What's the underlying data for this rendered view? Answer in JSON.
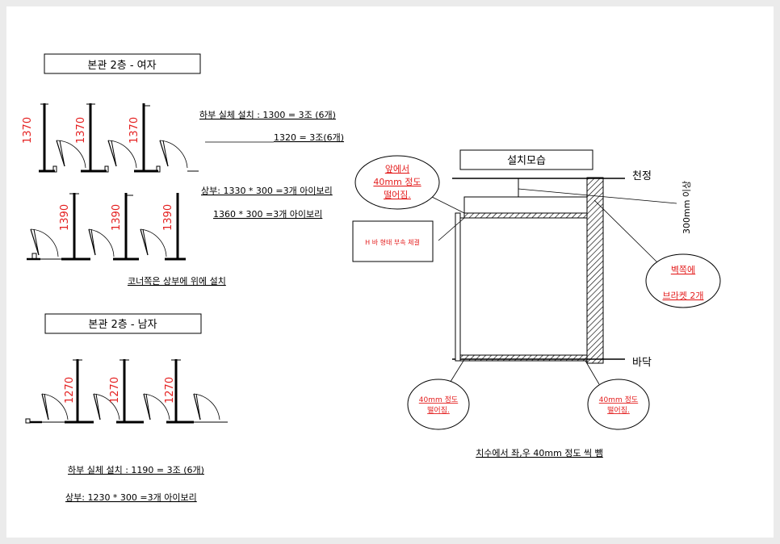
{
  "female": {
    "title": "본관 2층  - 여자",
    "heights_row1": [
      "1370",
      "1370",
      "1370"
    ],
    "heights_row2": [
      "1390",
      "1390",
      "1390"
    ],
    "lower_install": "하부 실체 설치 : 1300  = 3조 (6개)",
    "lower_install2": "1320 = 3조(6개)",
    "upper1": "상부: 1330 * 300 =3개 아이보리",
    "upper2": "1360 * 300 =3개 아이보리",
    "corner_note": "코너쪽은 상부에 위에 설치"
  },
  "male": {
    "title": "본관 2층  - 남자",
    "heights": [
      "1270",
      "1270",
      "1270"
    ],
    "lower_install": "하부 실체 설치 : 1190  = 3조 (6개)",
    "upper": "상부: 1230 * 300 =3개 아이보리"
  },
  "install": {
    "title": "설치모습",
    "ceiling": "천정",
    "floor": "바닥",
    "clearance": "300mm 이상",
    "front_gap": [
      "앞에서",
      "40mm  정도",
      "떨어짐."
    ],
    "hbar_note": "H 바  형태 부속 체결",
    "wall_bracket": [
      "벽쪽에",
      "브라켓 2개"
    ],
    "gap_left": [
      "40mm 정도",
      "떨어짐."
    ],
    "gap_right": [
      "40mm 정도",
      "떨어짐."
    ],
    "footer": "치수에서 좌,우 40mm 정도 씩 뺌"
  },
  "colors": {
    "accent_red": "#e41e1e",
    "ink": "#000000"
  }
}
